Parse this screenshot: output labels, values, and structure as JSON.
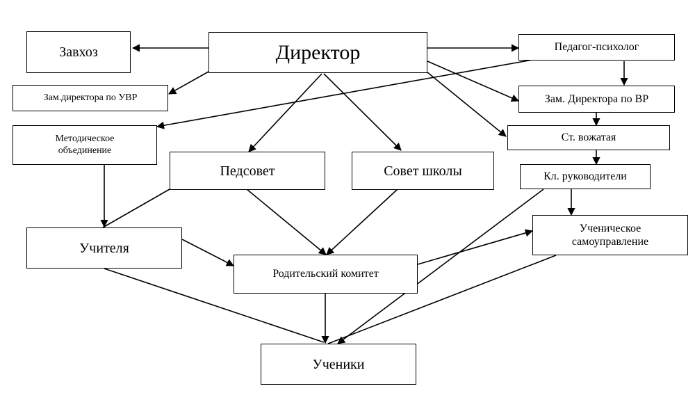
{
  "nodes": {
    "director": "Директор",
    "zavhoz": "Завхоз",
    "psychologist": "Педагог-психолог",
    "deputy_uvr": "Зам.директора по УВР",
    "deputy_vr": "Зам. Директора по ВР",
    "methodical": "Методическое\nобъединение",
    "senior_counselor": "Ст. вожатая",
    "pedsovet": "Педсовет",
    "school_council": "Совет школы",
    "class_teachers": "Кл. руководители",
    "teachers": "Учителя",
    "student_government": "Ученическое\nсамоуправление",
    "parent_committee": "Родительский комитет",
    "students": "Ученики"
  }
}
